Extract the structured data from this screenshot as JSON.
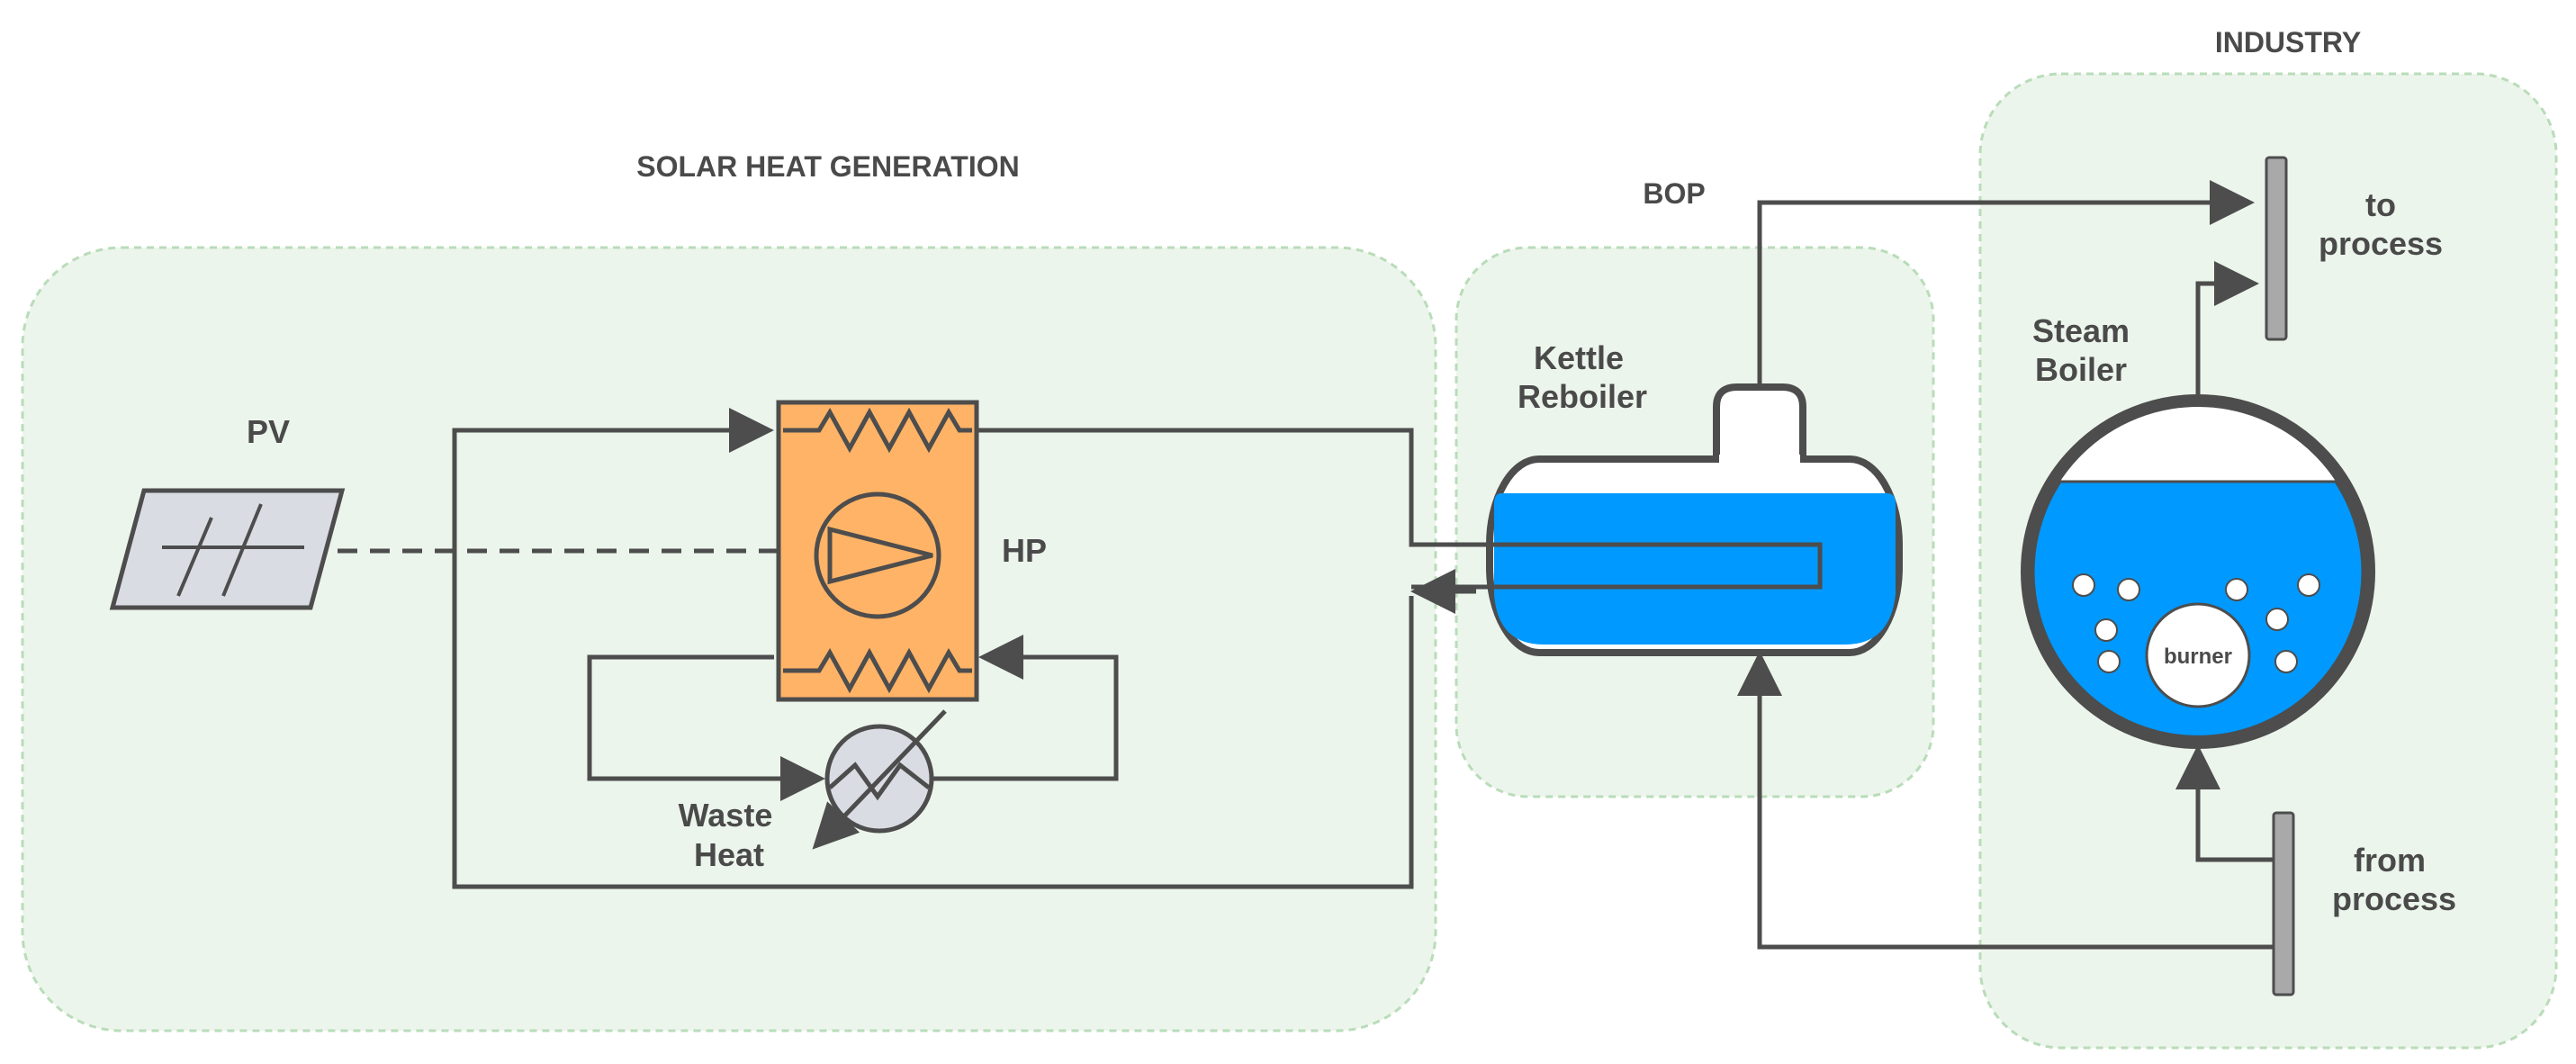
{
  "zones": {
    "solar": {
      "title": "SOLAR HEAT GENERATION"
    },
    "bop": {
      "title": "BOP"
    },
    "industry": {
      "title": "INDUSTRY"
    }
  },
  "components": {
    "pv": {
      "label": "PV"
    },
    "hp": {
      "label": "HP"
    },
    "waste_heat": {
      "line1": "Waste",
      "line2": "Heat"
    },
    "kettle_reboiler": {
      "line1": "Kettle",
      "line2": "Reboiler"
    },
    "steam_boiler": {
      "line1": "Steam",
      "line2": "Boiler",
      "burner": "burner"
    },
    "to_process": {
      "line1": "to",
      "line2": "process"
    },
    "from_process": {
      "line1": "from",
      "line2": "process"
    }
  },
  "colors": {
    "zone_fill": "#ecf5ec",
    "zone_border": "#b9dcb9",
    "line": "#4d4d4d",
    "hp_fill": "#ffb366",
    "water": "#0099ff",
    "pv_fill": "#d9dde3"
  }
}
